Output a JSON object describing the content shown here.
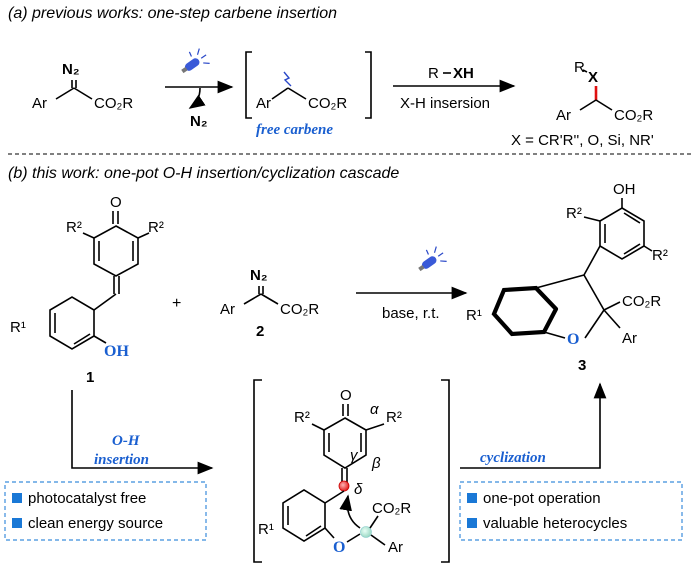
{
  "part_a": {
    "heading": "(a) previous works: one-step carbene insertion",
    "reactant_n2": "N₂",
    "reactant_ar": "Ar",
    "reactant_co2r": "CO₂R",
    "released_n2": "N₂",
    "carbene_ar": "Ar",
    "carbene_co2r": "CO₂R",
    "free_carbene_label": "free carbene",
    "reagent_r": "R",
    "reagent_xh": "XH",
    "arrow_below": "X-H insersion",
    "product_r": "R",
    "product_x": "X",
    "product_ar": "Ar",
    "product_co2r": "CO₂R",
    "product_scope": "X = CR'R'', O, Si, NR'"
  },
  "part_b": {
    "heading": "(b) this work: one-pot O-H insertion/cyclization cascade",
    "c1_o": "O",
    "c1_r2_left": "R²",
    "c1_r2_right": "R²",
    "c1_r1": "R¹",
    "c1_oh": "OH",
    "c1_number": "1",
    "plus": "+",
    "c2_n2": "N₂",
    "c2_ar": "Ar",
    "c2_co2r": "CO₂R",
    "c2_number": "2",
    "arrow_below": "base, r.t.",
    "c3_oh": "OH",
    "c3_r2_left": "R²",
    "c3_r2_right": "R²",
    "c3_co2r": "CO₂R",
    "c3_r1": "R¹",
    "c3_o": "O",
    "c3_ar": "Ar",
    "c3_number": "3",
    "step1_label_line1": "O-H",
    "step1_label_line2": "insertion",
    "step2_label": "cyclization",
    "int_o": "O",
    "int_r2_left": "R²",
    "int_r2_right": "R²",
    "int_alpha": "α",
    "int_gamma": "γ",
    "int_beta": "β",
    "int_delta": "δ",
    "int_co2r": "CO₂R",
    "int_r1": "R¹",
    "int_o_ether": "O",
    "int_ar": "Ar",
    "features_left": [
      "photocatalyst free",
      "clean energy source"
    ],
    "features_right": [
      "one-pot operation",
      "valuable heterocycles"
    ]
  }
}
